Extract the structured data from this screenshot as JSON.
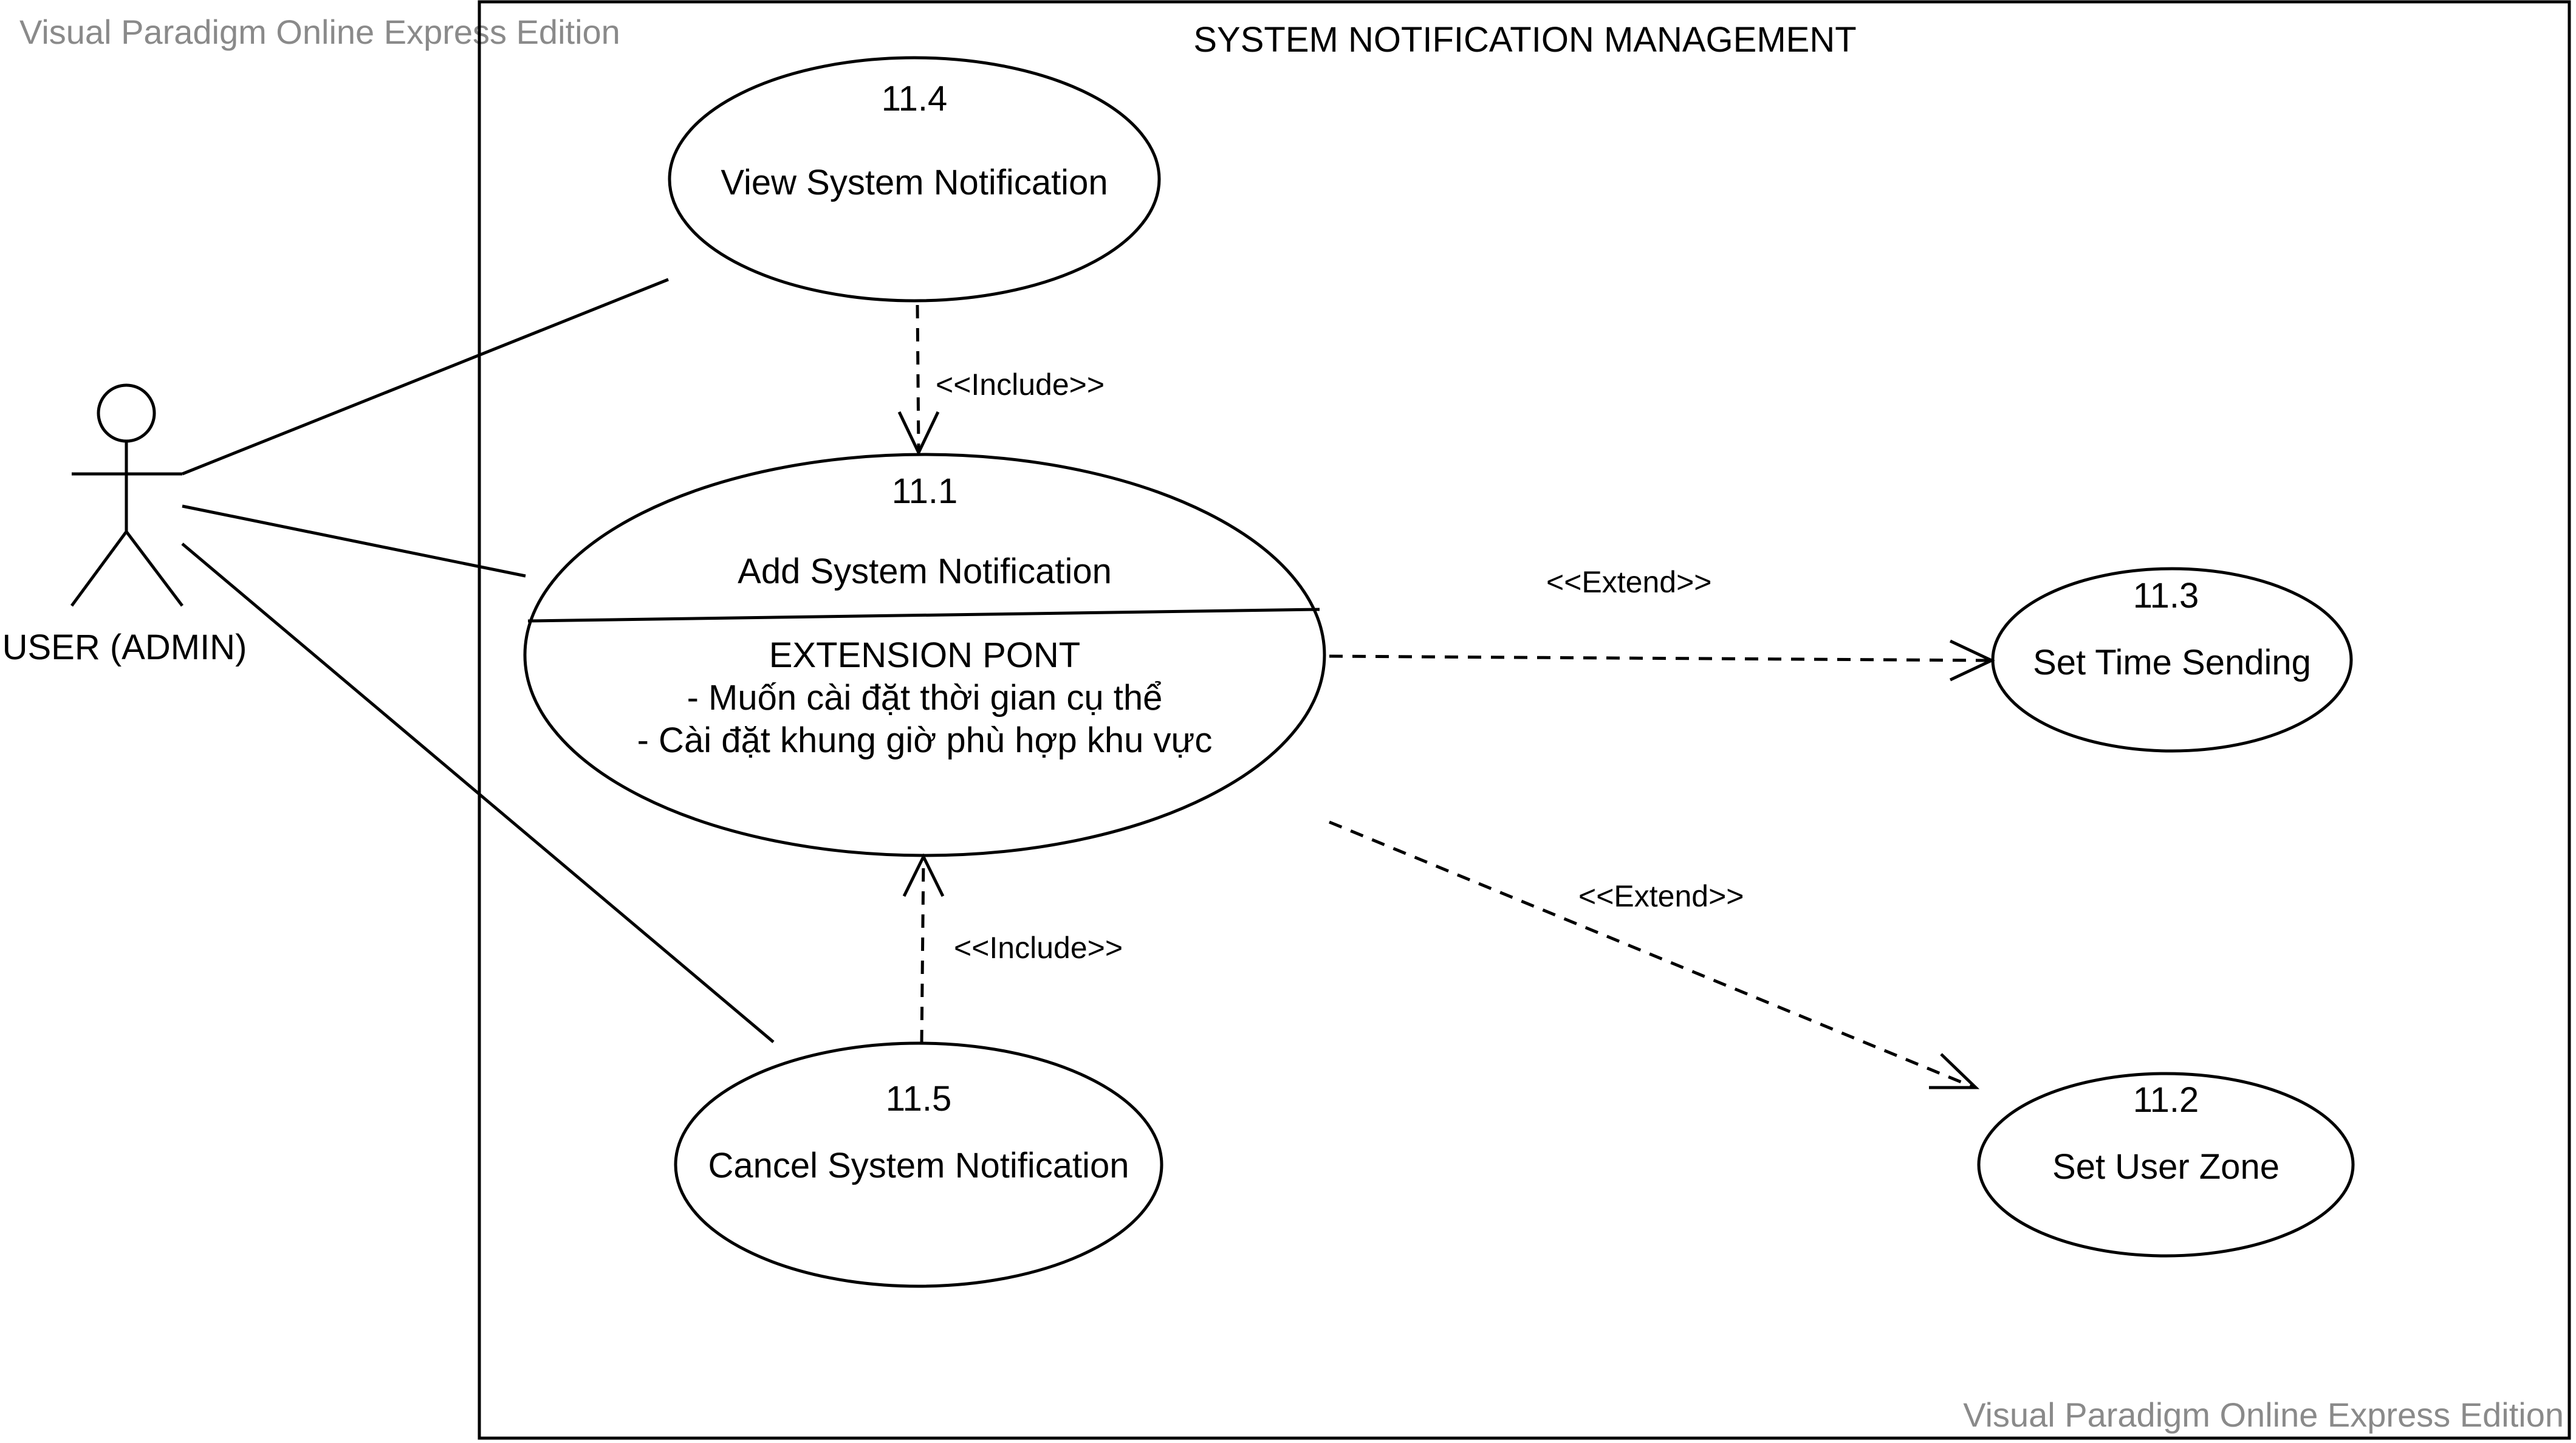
{
  "watermark": "Visual Paradigm Online Express Edition",
  "system": {
    "title": "SYSTEM NOTIFICATION MANAGEMENT"
  },
  "actor": {
    "label": "USER (ADMIN)"
  },
  "use_cases": {
    "view": {
      "number": "11.4",
      "name": "View System Notification"
    },
    "add": {
      "number": "11.1",
      "name": "Add System Notification",
      "extension_title": "EXTENSION PONT",
      "extension_points": [
        "- Muốn cài đặt thời gian cụ thể",
        "- Cài đặt khung giờ phù hợp khu vực"
      ]
    },
    "cancel": {
      "number": "11.5",
      "name": "Cancel System Notification"
    },
    "time": {
      "number": "11.3",
      "name": "Set Time Sending"
    },
    "zone": {
      "number": "11.2",
      "name": "Set User Zone"
    }
  },
  "relations": {
    "include_view": "<<Include>>",
    "include_cancel": "<<Include>>",
    "extend_time": "<<Extend>>",
    "extend_zone": "<<Extend>>"
  },
  "colors": {
    "line": "#000000",
    "watermark": "#8a8a8a",
    "background": "#ffffff"
  }
}
